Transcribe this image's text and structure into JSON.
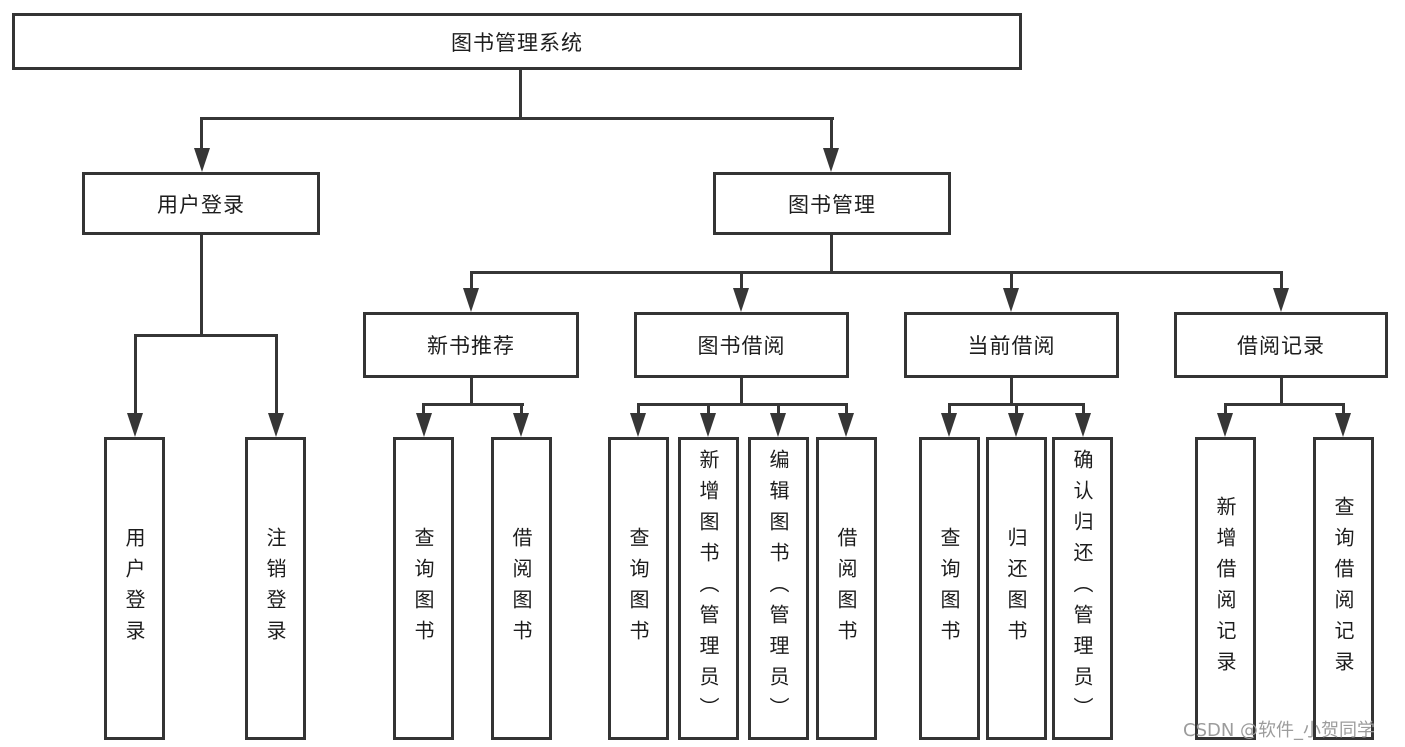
{
  "nodes": {
    "root": "图书管理系统",
    "user_login": "用户登录",
    "book_mgmt": "图书管理",
    "new_book_rec": "新书推荐",
    "book_borrow": "图书借阅",
    "current_borrow": "当前借阅",
    "borrow_record": "借阅记录",
    "leaf_user_login": "用户登录",
    "leaf_logout": "注销登录",
    "leaf_rec_query_book": "查询图书",
    "leaf_rec_borrow_book": "借阅图书",
    "leaf_bb_query_book": "查询图书",
    "leaf_bb_add_book": "新增图书（管理员）",
    "leaf_bb_edit_book": "编辑图书（管理员）",
    "leaf_bb_borrow_book": "借阅图书",
    "leaf_cb_query_book": "查询图书",
    "leaf_cb_return_book": "归还图书",
    "leaf_cb_confirm_return": "确认归还（管理员）",
    "leaf_br_add_record": "新增借阅记录",
    "leaf_br_query_record": "查询借阅记录"
  },
  "watermark": "CSDN @软件_小贺同学",
  "colors": {
    "line": "#363636",
    "text": "#1d1d1d",
    "watermark": "#9c9c9c",
    "background": "#ffffff"
  }
}
